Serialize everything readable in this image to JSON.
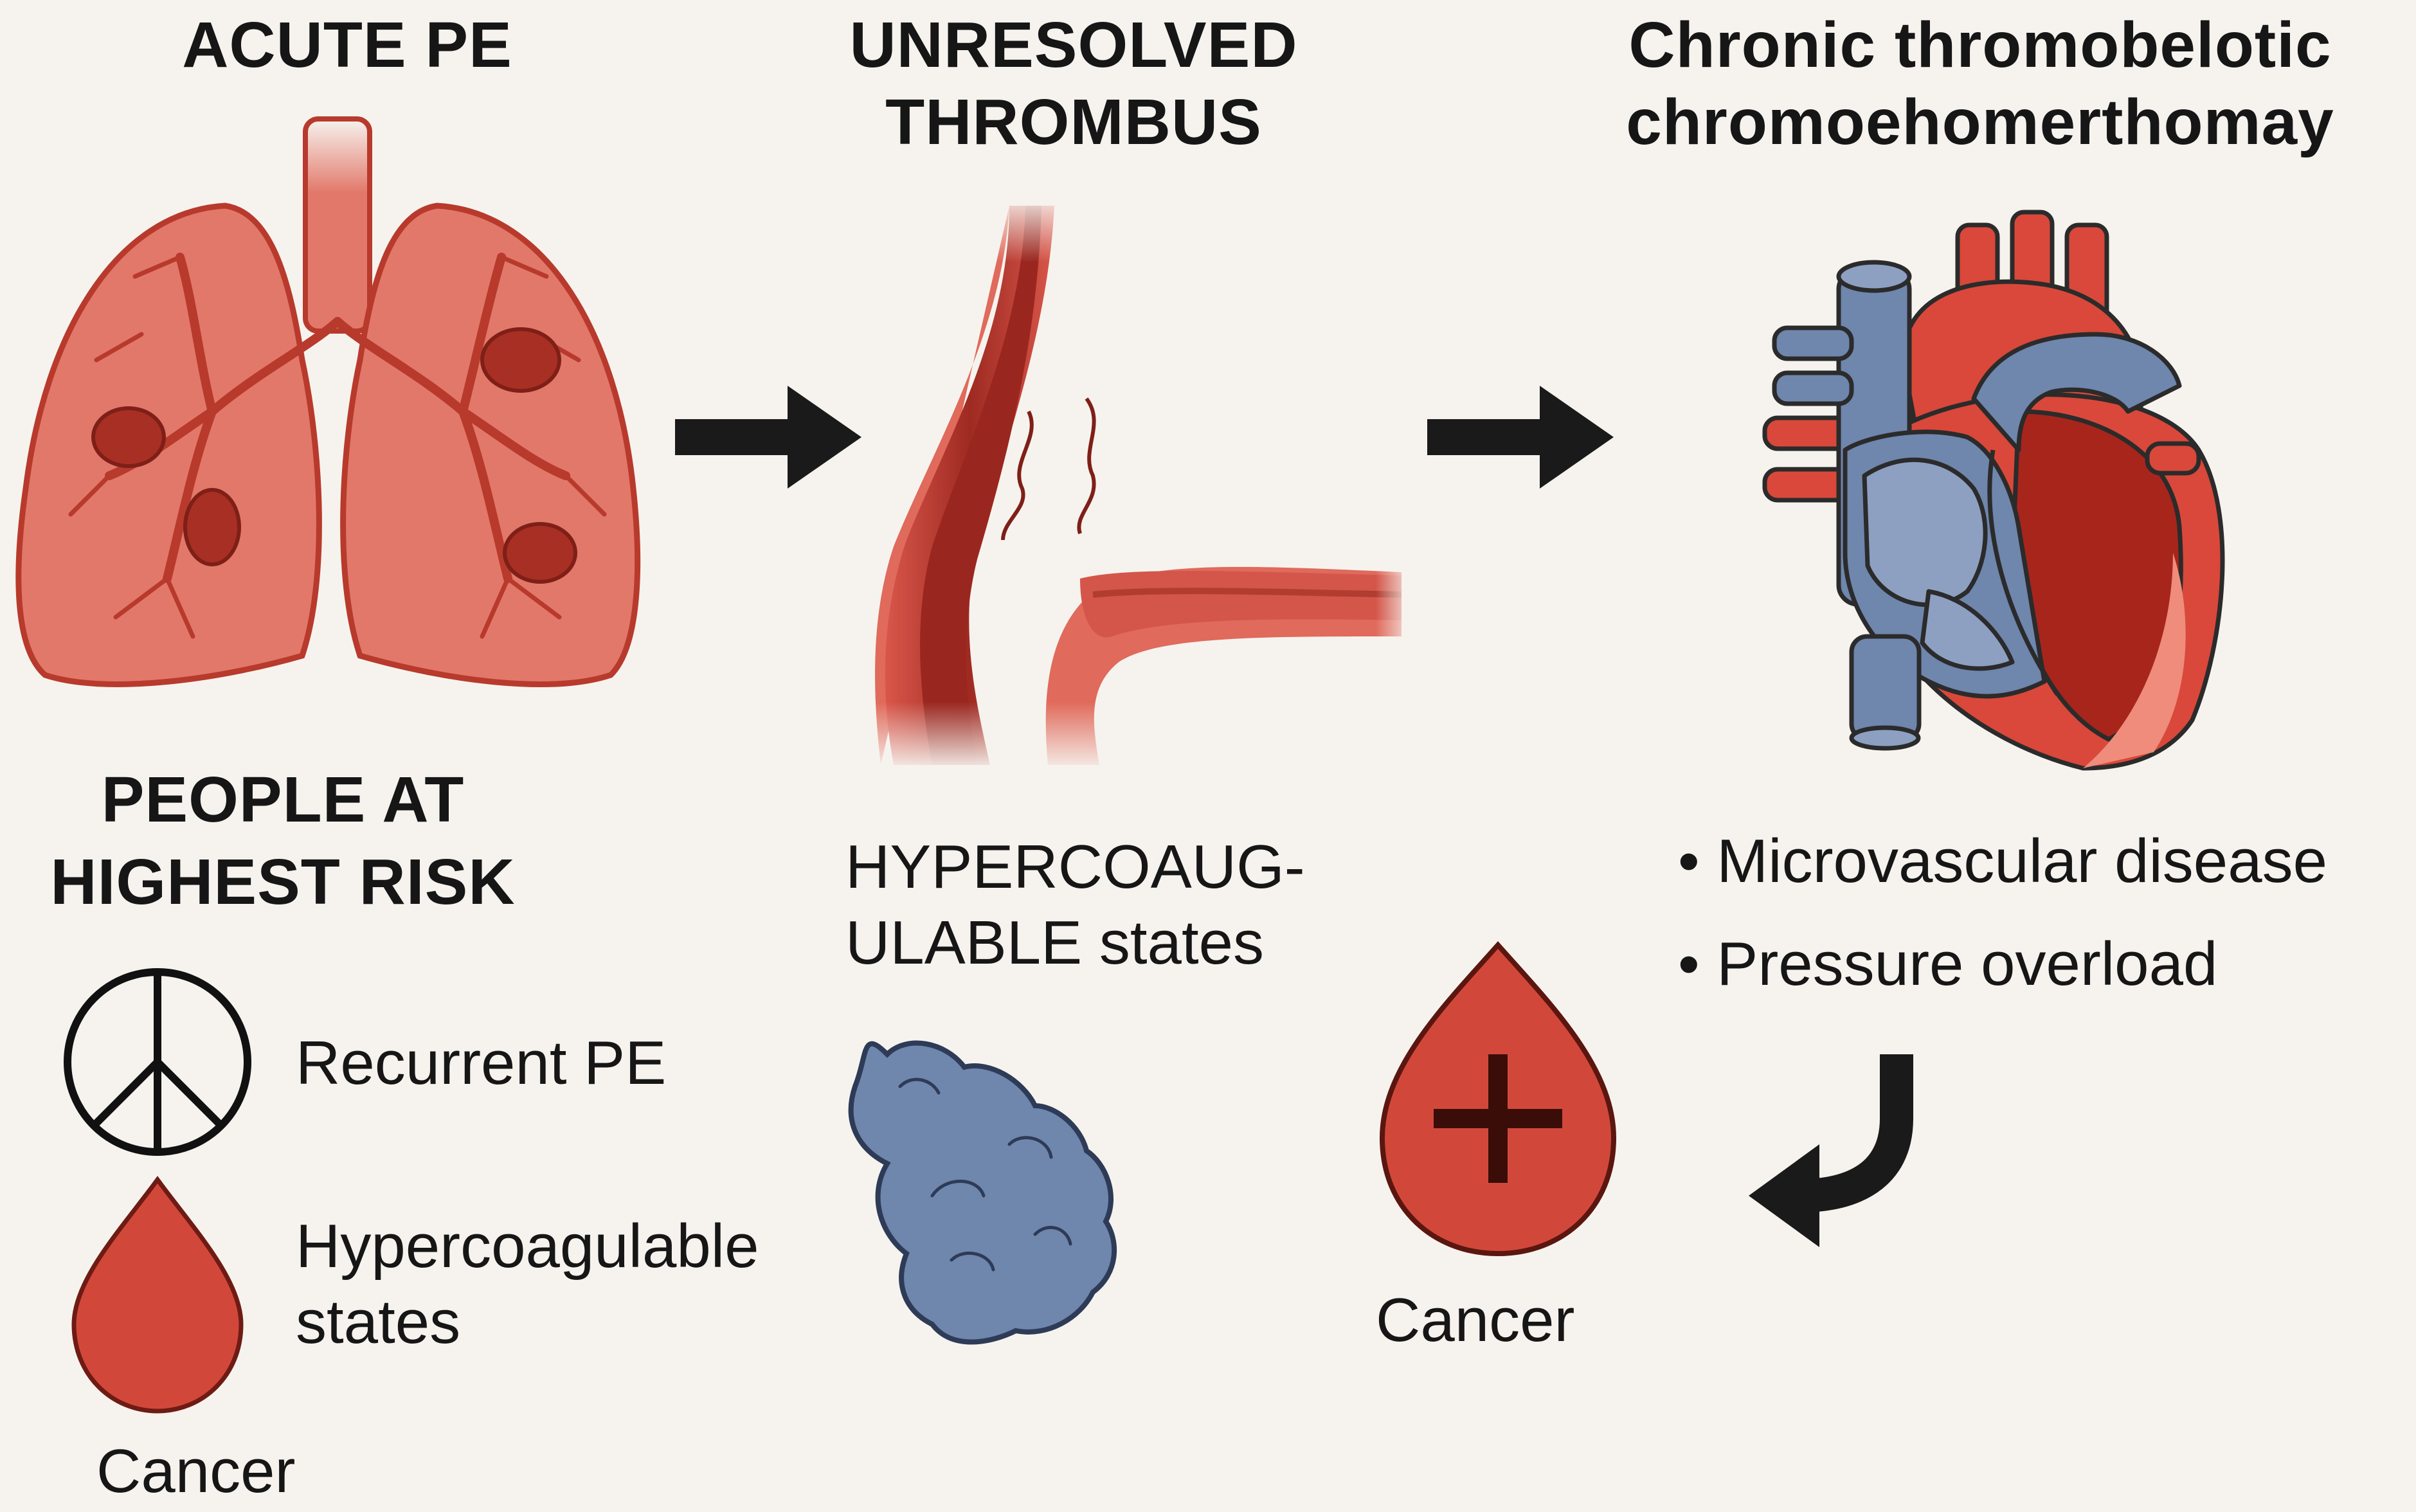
{
  "headers": {
    "acute": "ACUTE PE",
    "unresolved_line1": "UNRESOLVED",
    "unresolved_line2": "THROMBUS",
    "chronic_line1": "Chronic thromobelotic",
    "chronic_line2": "chromoehomerthomay"
  },
  "risk": {
    "title_line1": "PEOPLE AT",
    "title_line2": "HIGHEST RISK",
    "items": [
      {
        "label": "Recurrent PE",
        "icon": "peace-sign-icon"
      },
      {
        "label_line1": "Hypercoagulable",
        "label_line2": "states",
        "icon": "blood-drop-icon"
      }
    ],
    "extra": "Cancer"
  },
  "middle": {
    "label_line1": "HYPERCOAUG-",
    "label_line2": "ULABLE states",
    "icon": "clot-icon"
  },
  "right": {
    "bullets": [
      "Microvascular disease",
      "Pressure overload"
    ],
    "cancer_label": "Cancer",
    "icon": "blood-drop-plus-icon"
  },
  "colors": {
    "background": "#f6f3ee",
    "lung": "#e2786a",
    "lung_dark": "#b83a2c",
    "vessel": "#c93f31",
    "vein_blue": "#6f86ad",
    "heart_red": "#d9483a",
    "drop": "#d1483b",
    "arrow": "#1a1a1a"
  }
}
